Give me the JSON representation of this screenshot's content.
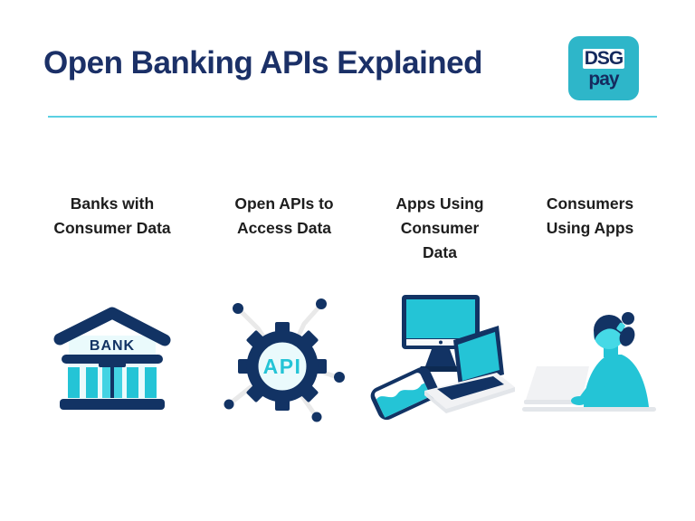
{
  "header": {
    "title": "Open Banking APIs Explained",
    "logo": {
      "line1": "DSG",
      "line2": "pay"
    }
  },
  "columns": [
    {
      "label_lines": [
        "Banks with",
        "Consumer Data"
      ],
      "icon": "bank-icon",
      "icon_text": "BANK"
    },
    {
      "label_lines": [
        "Open APIs to",
        "Access Data"
      ],
      "icon": "api-gear-icon",
      "icon_text": "API"
    },
    {
      "label_lines": [
        "Apps Using",
        "Consumer",
        "Data"
      ],
      "icon": "devices-icon"
    },
    {
      "label_lines": [
        "Consumers",
        "Using Apps"
      ],
      "icon": "person-laptop-icon"
    }
  ],
  "colors": {
    "title_text": "#1b3067",
    "heading_text": "#1d1d1d",
    "navy": "#123364",
    "navy_dark": "#0d2a52",
    "teal": "#24c4d6",
    "teal_light": "#45d9e6",
    "door_teal": "#44d3e3",
    "light_cyan": "#eafafc",
    "connector_gray": "#e9e9e9",
    "light_gray": "#f1f2f4",
    "mid_gray": "#e3e6ea",
    "divider": "#5ad0e2",
    "logo_bg": "#2eb6c9",
    "logo_text": "#152a5e",
    "white": "#ffffff"
  }
}
